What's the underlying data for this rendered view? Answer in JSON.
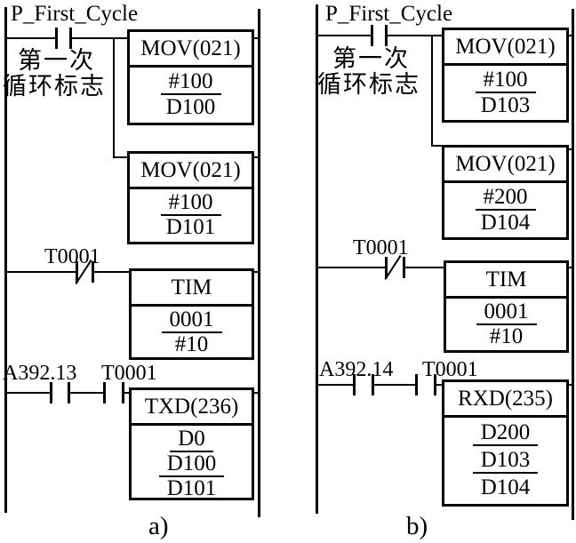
{
  "colors": {
    "line": "#000000",
    "background": "#ffffff"
  },
  "diagram_a": {
    "caption": "a)",
    "rung1": {
      "contact_label": "P_First_Cycle",
      "comment_line1": "第一次",
      "comment_line2": "循环标志",
      "box1": {
        "title": "MOV(021)",
        "operand1": "#100",
        "operand2": "D100"
      },
      "box2": {
        "title": "MOV(021)",
        "operand1": "#100",
        "operand2": "D101"
      }
    },
    "rung2": {
      "contact_label": "T0001",
      "box": {
        "title": "TIM",
        "operand1": "0001",
        "operand2": "#10"
      }
    },
    "rung3": {
      "contact1_label": "A392.13",
      "contact2_label": "T0001",
      "box": {
        "title": "TXD(236)",
        "operand1": "D0",
        "operand2": "D100",
        "operand3": "D101"
      }
    }
  },
  "diagram_b": {
    "caption": "b)",
    "rung1": {
      "contact_label": "P_First_Cycle",
      "comment_line1": "第一次",
      "comment_line2": "循环标志",
      "box1": {
        "title": "MOV(021)",
        "operand1": "#100",
        "operand2": "D103"
      },
      "box2": {
        "title": "MOV(021)",
        "operand1": "#200",
        "operand2": "D104"
      }
    },
    "rung2": {
      "contact_label": "T0001",
      "box": {
        "title": "TIM",
        "operand1": "0001",
        "operand2": "#10"
      }
    },
    "rung3": {
      "contact1_label": "A392.14",
      "contact2_label": "T0001",
      "box": {
        "title": "RXD(235)",
        "operand1": "D200",
        "operand2": "D103",
        "operand3": "D104"
      }
    }
  }
}
